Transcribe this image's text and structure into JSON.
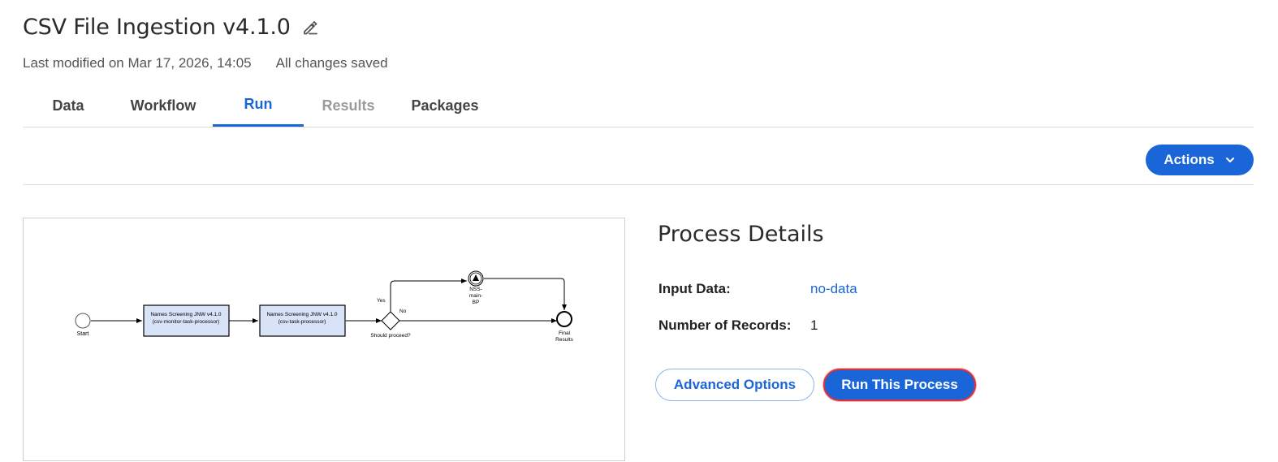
{
  "header": {
    "title": "CSV File Ingestion v4.1.0",
    "last_modified": "Last modified on Mar 17, 2026, 14:05",
    "save_status": "All changes saved"
  },
  "tabs": [
    {
      "label": "Data",
      "state": "normal"
    },
    {
      "label": "Workflow",
      "state": "normal"
    },
    {
      "label": "Run",
      "state": "active"
    },
    {
      "label": "Results",
      "state": "disabled"
    },
    {
      "label": "Packages",
      "state": "normal"
    }
  ],
  "toolbar": {
    "actions_label": "Actions",
    "actions_icon": "chevron-down-icon"
  },
  "diagram": {
    "start": "Start",
    "task1_line1": "Names Screening JNW v4.1.0",
    "task1_line2": "(csv-monitor-task-processor)",
    "task2_line1": "Names Screening JNW v4.1.0",
    "task2_line2": "(csv-task-processor)",
    "gateway": "Should proceed?",
    "yes": "Yes",
    "no": "No",
    "sub_line1": "NSS-",
    "sub_line2": "main-",
    "sub_line3": "BP",
    "end_line1": "Final",
    "end_line2": "Results"
  },
  "details": {
    "heading": "Process Details",
    "input_label": "Input Data:",
    "input_value": "no-data",
    "records_label": "Number of Records:",
    "records_value": "1",
    "advanced_label": "Advanced Options",
    "run_label": "Run This Process"
  },
  "colors": {
    "accent": "#1a66d9",
    "focus_ring": "#d8323c",
    "task_fill": "#d9e3f7"
  }
}
